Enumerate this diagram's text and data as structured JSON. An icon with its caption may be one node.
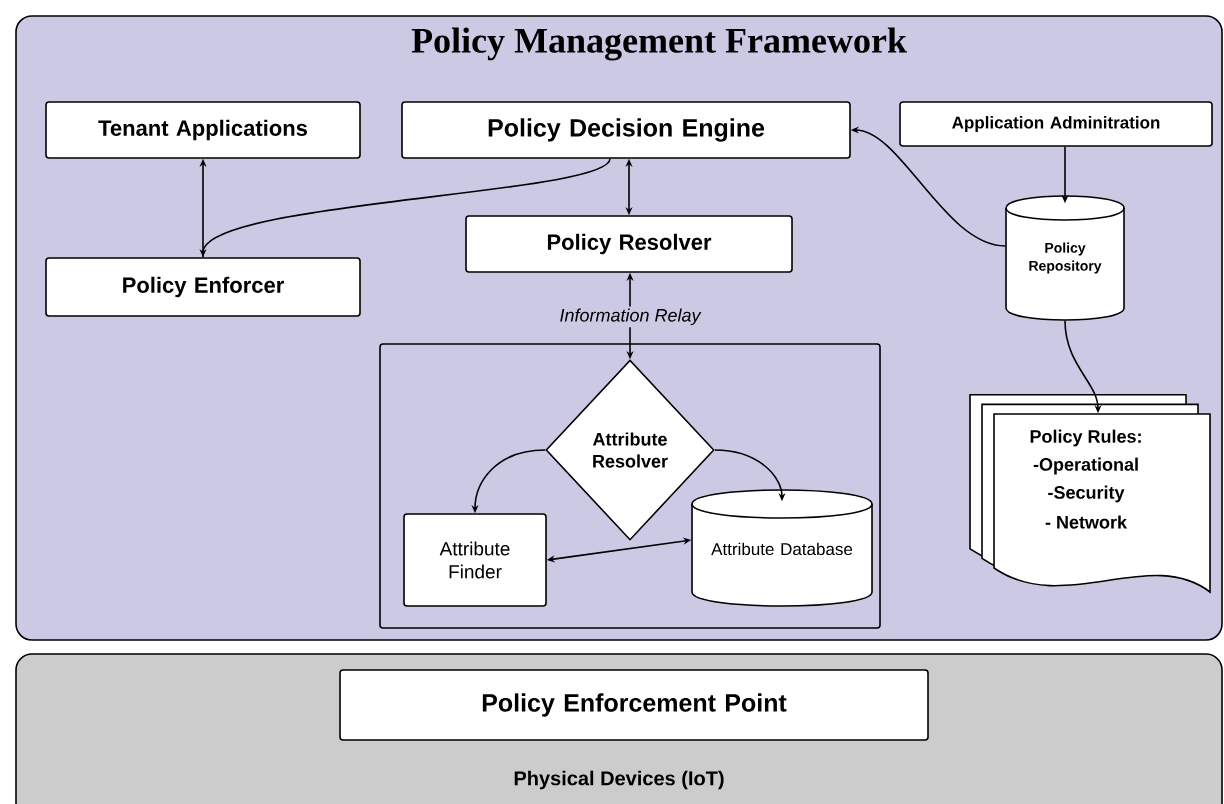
{
  "diagram": {
    "nodes": [
      {
        "text": [
          "Policy Management Framework"
        ]
      },
      {
        "text": [
          "Tenant Applications"
        ],
        "in": 0
      },
      {
        "text": [
          "Policy Decision Engine"
        ],
        "in": 0
      },
      {
        "text": [
          "Application Adminitration"
        ],
        "in": 0
      },
      {
        "text": [
          "Policy Enforcer"
        ],
        "in": 0
      },
      {
        "text": [
          "Policy Resolver"
        ],
        "in": 0
      },
      {
        "text": [
          "Policy Repository"
        ],
        "in": 0
      },
      {
        "text": [],
        "shape": "box",
        "in": 0
      },
      {
        "text": [
          "Attribute Resolver"
        ],
        "in": 7
      },
      {
        "text": [
          "Attribute Finder"
        ],
        "in": 7
      },
      {
        "text": [
          "Attribute Database"
        ],
        "in": 7
      },
      {
        "text": [
          "Policy Rules:",
          "-Operational",
          "-Security",
          "- Network"
        ],
        "in": 0
      },
      {
        "text": [
          "Physical Devices (IoT)"
        ]
      },
      {
        "text": [
          "Policy Enforcement Point"
        ],
        "in": 12
      }
    ],
    "edges": [
      {
        "from": 4,
        "to": 1,
        "arrow": "to"
      },
      {
        "from": 2,
        "to": 4,
        "arrow": "to"
      },
      {
        "from": 2,
        "to": 5,
        "arrow": "both"
      },
      {
        "from": 6,
        "to": 2,
        "arrow": "to"
      },
      {
        "from": 3,
        "to": 6,
        "arrow": "to"
      },
      {
        "from": 6,
        "to": 11,
        "arrow": "to"
      },
      {
        "from": 5,
        "to": 8,
        "arrow": "both",
        "label": "Information Relay"
      },
      {
        "from": 8,
        "to": 9,
        "arrow": "to"
      },
      {
        "from": 8,
        "to": 10,
        "arrow": "to"
      },
      {
        "from": 9,
        "to": 10,
        "arrow": "both"
      }
    ]
  }
}
